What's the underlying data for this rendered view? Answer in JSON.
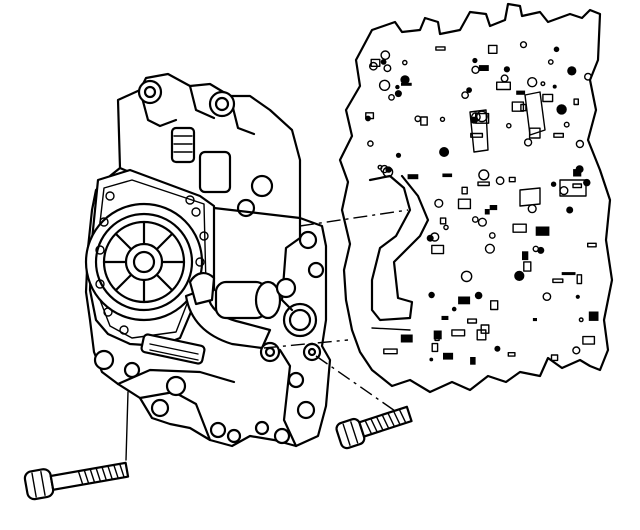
{
  "diagram": {
    "type": "exploded-view line drawing",
    "colors": {
      "ink": "#000000",
      "paper": "#ffffff"
    },
    "parts": [
      {
        "name": "pump-body"
      },
      {
        "name": "valve-body-plate"
      },
      {
        "name": "bolt-lower-left"
      },
      {
        "name": "bolt-lower-right"
      }
    ],
    "alignment_lines": 3
  }
}
